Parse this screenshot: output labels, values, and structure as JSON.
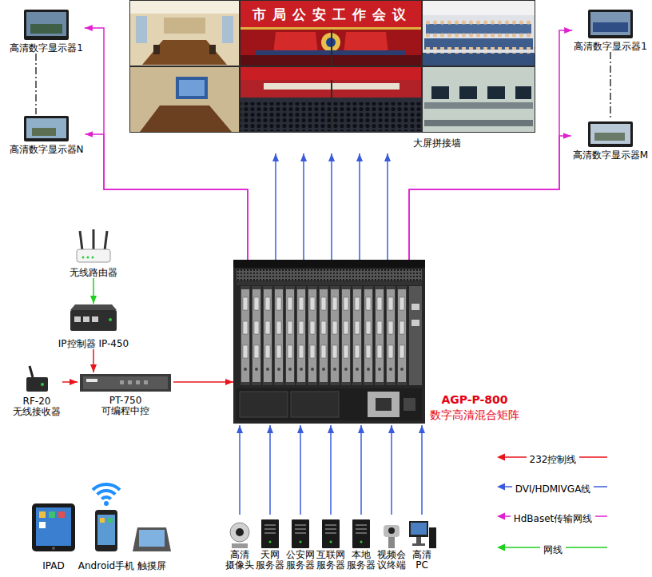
{
  "diagram": {
    "nodes": [
      {
        "text": [
          "市局公安工作会议",
          "大屏拼接墙"
        ]
      },
      {
        "text": [
          "高清数字显示器1"
        ]
      },
      {
        "text": [
          "高清数字显示器N"
        ]
      },
      {
        "text": [
          "高清数字显示器1"
        ]
      },
      {
        "text": [
          "高清数字显示器M"
        ]
      },
      {
        "text": [
          "无线路由器"
        ]
      },
      {
        "text": [
          "IP控制器 IP-450"
        ]
      },
      {
        "text": [
          "RF-20",
          "无线接收器"
        ]
      },
      {
        "text": [
          "PT-750",
          "可编程中控"
        ]
      },
      {
        "text": [
          "AGP-P-800",
          "数字高清混合矩阵"
        ]
      },
      {
        "text": [
          "高清 摄像头"
        ]
      },
      {
        "text": [
          "天网 服务器"
        ]
      },
      {
        "text": [
          "公安网 服务器"
        ]
      },
      {
        "text": [
          "互联网 服务器"
        ]
      },
      {
        "text": [
          "本地 服务器"
        ]
      },
      {
        "text": [
          "视频会 议终端"
        ]
      },
      {
        "text": [
          "高清 PC"
        ]
      },
      {
        "text": [
          "IPAD"
        ]
      },
      {
        "text": [
          "Android手机"
        ]
      },
      {
        "text": [
          "触摸屏"
        ]
      }
    ],
    "edges": [
      {
        "from": 9,
        "to": 0,
        "arrow": "to"
      },
      {
        "from": 9,
        "to": 0,
        "arrow": "to"
      },
      {
        "from": 9,
        "to": 0,
        "arrow": "to"
      },
      {
        "from": 9,
        "to": 0,
        "arrow": "to"
      },
      {
        "from": 9,
        "to": 0,
        "arrow": "to"
      },
      {
        "from": 9,
        "to": 1,
        "arrow": "to"
      },
      {
        "from": 9,
        "to": 2,
        "arrow": "to"
      },
      {
        "from": 9,
        "to": 3,
        "arrow": "to"
      },
      {
        "from": 9,
        "to": 4,
        "arrow": "to"
      },
      {
        "from": 1,
        "to": 2,
        "arrow": "none"
      },
      {
        "from": 3,
        "to": 4,
        "arrow": "none"
      },
      {
        "from": 5,
        "to": 6,
        "arrow": "to"
      },
      {
        "from": 6,
        "to": 8,
        "arrow": "to"
      },
      {
        "from": 7,
        "to": 8,
        "arrow": "to"
      },
      {
        "from": 8,
        "to": 9,
        "arrow": "to"
      },
      {
        "from": 10,
        "to": 9,
        "arrow": "to"
      },
      {
        "from": 11,
        "to": 9,
        "arrow": "to"
      },
      {
        "from": 12,
        "to": 9,
        "arrow": "to"
      },
      {
        "from": 13,
        "to": 9,
        "arrow": "to"
      },
      {
        "from": 14,
        "to": 9,
        "arrow": "to"
      },
      {
        "from": 15,
        "to": 9,
        "arrow": "to"
      },
      {
        "from": 16,
        "to": 9,
        "arrow": "to"
      }
    ],
    "legend": [
      {
        "text": "232控制线"
      },
      {
        "text": "DVI/HDMIVGA线"
      },
      {
        "text": "HdBaset传输网线"
      },
      {
        "text": "网线"
      }
    ]
  }
}
